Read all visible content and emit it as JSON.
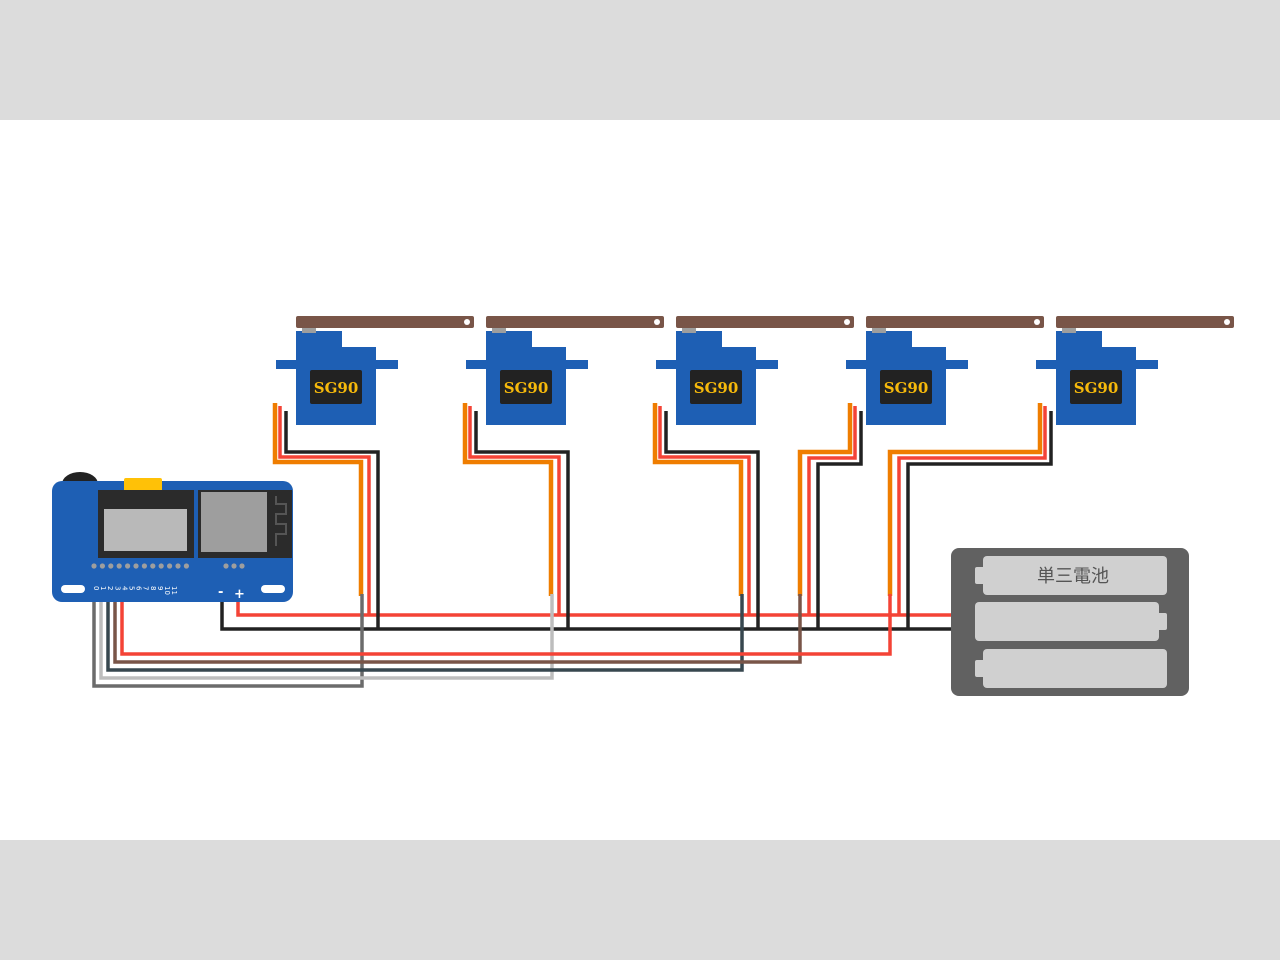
{
  "servos": [
    {
      "label": "SG90",
      "signal_color": "#6b6b6b"
    },
    {
      "label": "SG90",
      "signal_color": "#bdbdbd"
    },
    {
      "label": "SG90",
      "signal_color": "#37474f"
    },
    {
      "label": "SG90",
      "signal_color": "#795548"
    },
    {
      "label": "SG90",
      "signal_color": "#f44336"
    }
  ],
  "controller": {
    "pins": [
      "0",
      "1",
      "2",
      "3",
      "4",
      "5",
      "6",
      "7",
      "8",
      "9",
      "10",
      "11"
    ],
    "minus": "-",
    "plus": "+"
  },
  "battery": {
    "label": "単三電池"
  },
  "colors": {
    "background_band": "#dcdcdc",
    "canvas": "#ffffff",
    "board": "#1e5fb4",
    "servo_body": "#1e5fb4",
    "servo_horn": "#795548",
    "wire_signal": "#ef7d00",
    "wire_power": "#f44336",
    "wire_ground": "#222222",
    "battery_case": "#616161",
    "battery_cell": "#d0d0d0"
  },
  "icons": [
    "microcontroller-board",
    "servo-motor",
    "battery-holder"
  ]
}
